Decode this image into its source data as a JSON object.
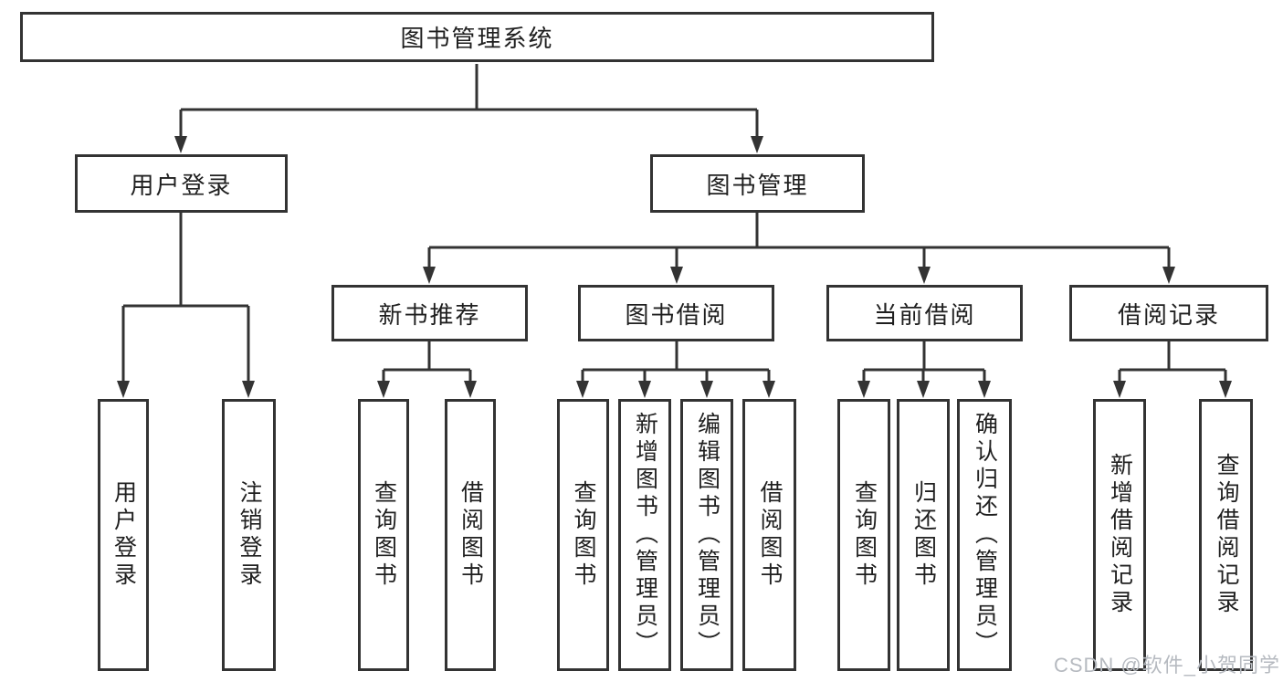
{
  "root": {
    "label": "图书管理系统"
  },
  "level1": [
    {
      "label": "用户登录",
      "children": [
        "用户登录",
        "注销登录"
      ]
    },
    {
      "label": "图书管理",
      "groups": [
        {
          "label": "新书推荐",
          "children": [
            "查询图书",
            "借阅图书"
          ]
        },
        {
          "label": "图书借阅",
          "children": [
            "查询图书",
            "新增图书（管理员）",
            "编辑图书（管理员）",
            "借阅图书"
          ]
        },
        {
          "label": "当前借阅",
          "children": [
            "查询图书",
            "归还图书",
            "确认归还（管理员）"
          ]
        },
        {
          "label": "借阅记录",
          "children": [
            "新增借阅记录",
            "查询借阅记录"
          ]
        }
      ]
    }
  ],
  "watermark": "CSDN @软件_小贺同学",
  "colors": {
    "line": "#333333",
    "text": "#1f1f1f",
    "watermark": "#b6bac0",
    "background": "#ffffff"
  }
}
